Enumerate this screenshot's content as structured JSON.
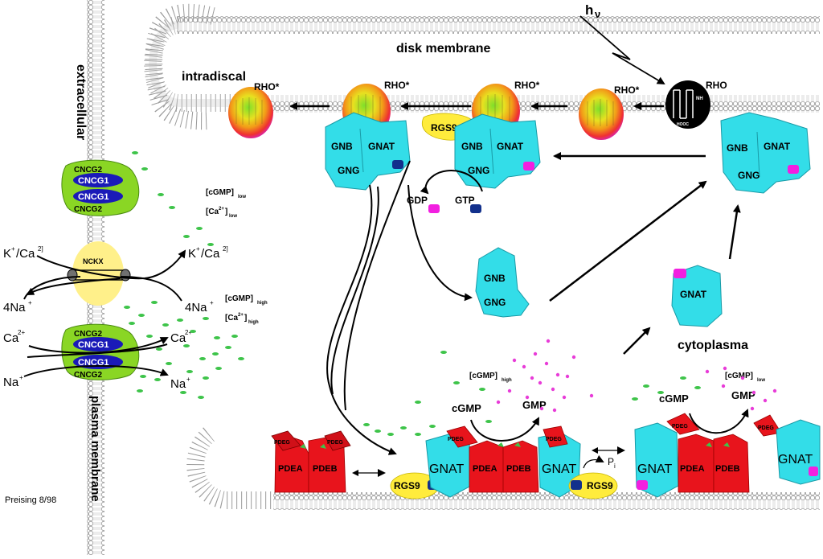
{
  "labels": {
    "extracellular": "extracellular",
    "intradiscal": "intradiscal",
    "disk_membrane": "disk membrane",
    "cytoplasma": "cytoplasma",
    "plasma_membrane": "plasma membrane",
    "credit": "Preising 8/98",
    "light": "h",
    "light_sub": "ν"
  },
  "proteins": {
    "rho": "RHO",
    "rho_star": "RHO*",
    "rgs9": "RGS9",
    "gnb": "GNB",
    "gnat": "GNAT",
    "gng": "GNG",
    "pdea": "PDEA",
    "pdeb": "PDEB",
    "pdeg": "PDEG",
    "cncg1": "CNCG1",
    "cncg2": "CNCG2",
    "nckx": "NCKX",
    "rho_nh": "NH",
    "rho_hooc": "HOOC"
  },
  "molecules": {
    "gdp": "GDP",
    "gtp": "GTP",
    "cgmp": "cGMP",
    "gmp": "GMP",
    "pi": "P",
    "pi_sub": "i"
  },
  "conc": {
    "cgmp_low": "[cGMP]",
    "cgmp_low_sub": "low",
    "ca_low": "[Ca",
    "ca_low_sup": "2+",
    "ca_low_end": "]",
    "ca_low_sub": "low",
    "cgmp_high": "[cGMP]",
    "cgmp_high_sub": "high",
    "ca_high": "[Ca",
    "ca_high_sup": "2+",
    "ca_high_end": "]",
    "ca_high_sub": "high"
  },
  "ions": {
    "k_left": "K",
    "k_sup": "+",
    "k_mid": "/Ca",
    "k_sup2": "2]",
    "k_right": "K",
    "k_right_sup": "+",
    "k_right_mid": "/Ca",
    "k_right_sup2": "2]",
    "na4_left": "4Na",
    "na4_left_sup": "+",
    "na4_right": "4Na",
    "na4_right_sup": "+",
    "ca_left": "Ca",
    "ca_left_sup": "2+",
    "ca_right": "Ca",
    "ca_right_sup": "2+",
    "na_left": "Na",
    "na_left_sup": "+",
    "na_right": "Na",
    "na_right_sup": "+"
  },
  "colors": {
    "protein_cyan": "#33dde8",
    "pde_red": "#e8141c",
    "rgs_yellow": "#ffec3c",
    "cncg_green": "#8ad624",
    "cncg_blue": "#1a1ab8",
    "nckx_yellow": "#fff08a",
    "gdp_magenta": "#f21fe0",
    "gtp_blue": "#12308c",
    "cgmp_green": "#3ec44a",
    "gmp_pink": "#e83cd8",
    "membrane_gray": "#c8c8c8"
  }
}
